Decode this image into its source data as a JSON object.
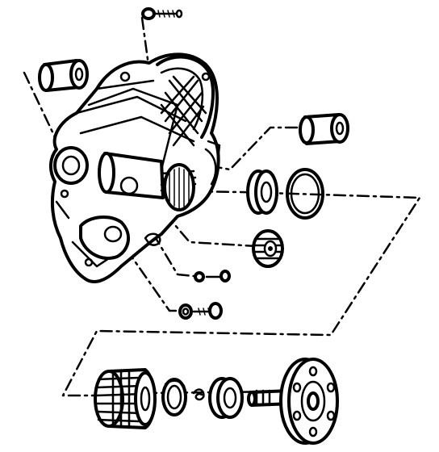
{
  "diagram": {
    "type": "exploded-parts-view",
    "ink_color": "#000000",
    "background_color": "#ffffff",
    "parts": [
      "housing-assembly",
      "top-bolt",
      "left-bushing",
      "right-bushing",
      "inner-bearing",
      "snap-ring-upper",
      "pinion-gear",
      "nut-washer-upper",
      "nut-washer-lower",
      "output-gear",
      "retaining-clip",
      "spring-clip",
      "output-bearing",
      "drive-flange"
    ]
  }
}
